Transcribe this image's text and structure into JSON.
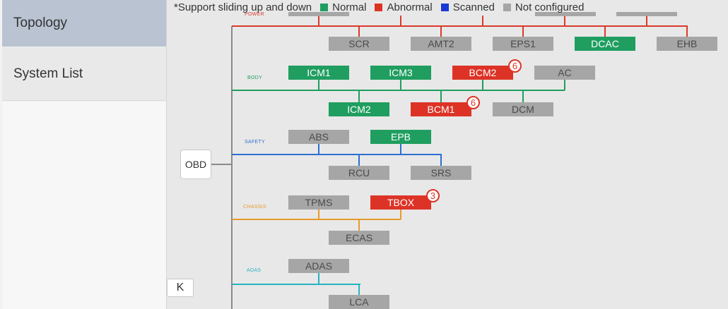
{
  "sidebar": {
    "items": [
      {
        "label": "Topology"
      },
      {
        "label": "System List"
      }
    ]
  },
  "legend": {
    "hint": "*Support sliding up and down",
    "items": [
      {
        "label": "Normal",
        "color": "#1f9e60"
      },
      {
        "label": "Abnormal",
        "color": "#dd3326"
      },
      {
        "label": "Scanned",
        "color": "#1a3ad6"
      },
      {
        "label": "Not configured",
        "color": "#a6a6a6"
      }
    ]
  },
  "obd_label": "OBD",
  "collapse_label": "K",
  "colors": {
    "power": "#d93a2b",
    "body": "#1f9e60",
    "safety": "#2d6fd1",
    "chassis": "#e89a2c",
    "adas": "#27b3c2",
    "trunk": "#8a8a8a"
  },
  "categories": [
    {
      "label": "POWER",
      "color": "#d93a2b"
    },
    {
      "label": "BODY",
      "color": "#1f9e60"
    },
    {
      "label": "SAFETY",
      "color": "#2d6fd1"
    },
    {
      "label": "CHASSIS",
      "color": "#e89a2c"
    },
    {
      "label": "ADAS",
      "color": "#27b3c2"
    }
  ],
  "modules": {
    "scr": {
      "label": "SCR",
      "status": "Not configured"
    },
    "amt2": {
      "label": "AMT2",
      "status": "Not configured"
    },
    "eps1": {
      "label": "EPS1",
      "status": "Not configured"
    },
    "dcac": {
      "label": "DCAC",
      "status": "Normal"
    },
    "ehb": {
      "label": "EHB",
      "status": "Not configured"
    },
    "icm1": {
      "label": "ICM1",
      "status": "Normal"
    },
    "icm3": {
      "label": "ICM3",
      "status": "Normal"
    },
    "bcm2": {
      "label": "BCM2",
      "status": "Abnormal",
      "badge": "6"
    },
    "ac": {
      "label": "AC",
      "status": "Not configured"
    },
    "icm2": {
      "label": "ICM2",
      "status": "Normal"
    },
    "bcm1": {
      "label": "BCM1",
      "status": "Abnormal",
      "badge": "6"
    },
    "dcm": {
      "label": "DCM",
      "status": "Not configured"
    },
    "abs": {
      "label": "ABS",
      "status": "Not configured"
    },
    "epb": {
      "label": "EPB",
      "status": "Normal"
    },
    "rcu": {
      "label": "RCU",
      "status": "Not configured"
    },
    "srs": {
      "label": "SRS",
      "status": "Not configured"
    },
    "tpms": {
      "label": "TPMS",
      "status": "Not configured"
    },
    "tbox": {
      "label": "TBOX",
      "status": "Abnormal",
      "badge": "3"
    },
    "ecas": {
      "label": "ECAS",
      "status": "Not configured"
    },
    "adas": {
      "label": "ADAS",
      "status": "Not configured"
    },
    "lca": {
      "label": "LCA",
      "status": "Not configured"
    }
  }
}
